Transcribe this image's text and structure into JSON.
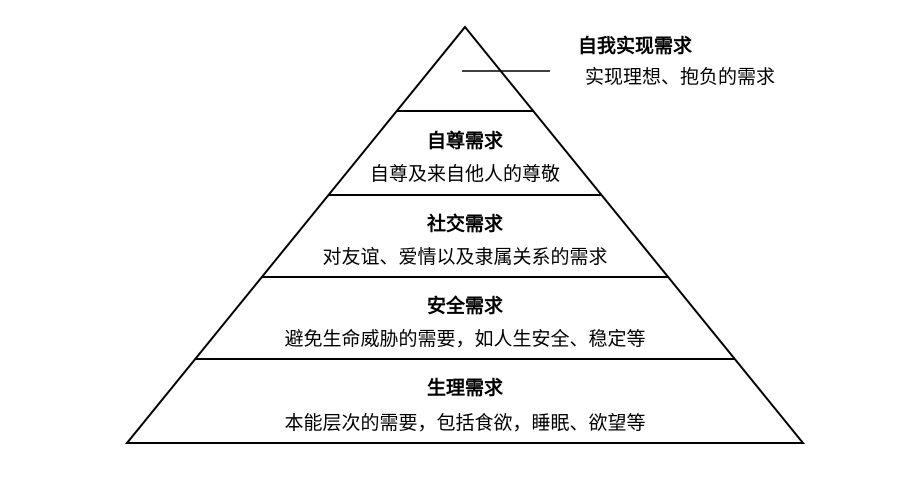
{
  "diagram": {
    "top": {
      "title": "自我实现需求",
      "desc": "实现理想、抱负的需求"
    },
    "levels": [
      {
        "title": "自尊需求",
        "desc": "自尊及来自他人的尊敬"
      },
      {
        "title": "社交需求",
        "desc": "对友谊、爱情以及隶属关系的需求"
      },
      {
        "title": "安全需求",
        "desc": "避免生命威胁的需要，如人生安全、稳定等"
      },
      {
        "title": "生理需求",
        "desc": "本能层次的需要，包括食欲，睡眠、欲望等"
      }
    ]
  }
}
